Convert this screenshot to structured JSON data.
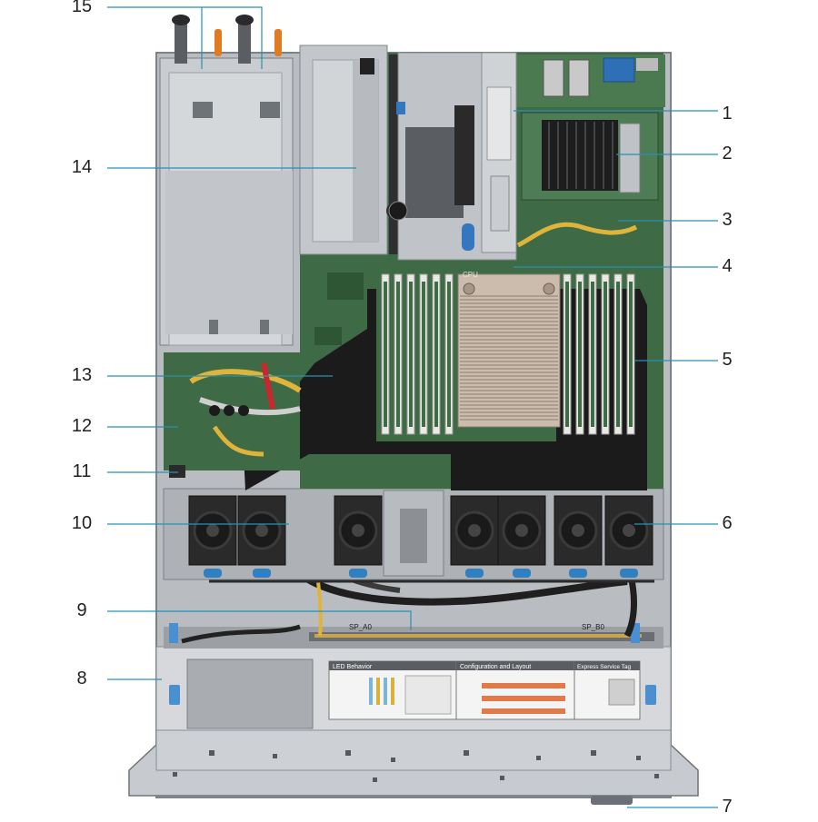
{
  "figure": {
    "callouts": [
      {
        "num": "1"
      },
      {
        "num": "2"
      },
      {
        "num": "3"
      },
      {
        "num": "4"
      },
      {
        "num": "5"
      },
      {
        "num": "6"
      },
      {
        "num": "7"
      },
      {
        "num": "8"
      },
      {
        "num": "9"
      },
      {
        "num": "10"
      },
      {
        "num": "11"
      },
      {
        "num": "12"
      },
      {
        "num": "13"
      },
      {
        "num": "14"
      },
      {
        "num": "15"
      }
    ],
    "board_labels": {
      "cpu": "CPU",
      "sp_a0": "SP_A0",
      "sp_b0": "SP_B0"
    },
    "stickers": {
      "led_behavior": "LED Behavior",
      "config_layout": "Configuration and Layout",
      "service_tag": "Express Service Tag"
    },
    "colors": {
      "chassis": "#c9ccd0",
      "chassis_dark": "#8f949a",
      "board": "#3f6b45",
      "shroud": "#1b1b1b",
      "heatsink": "#c8b8ab",
      "callout_line": "#2a8fb0",
      "touchpoint": "#2f7fc1",
      "psu_handle": "#e07b22"
    }
  }
}
